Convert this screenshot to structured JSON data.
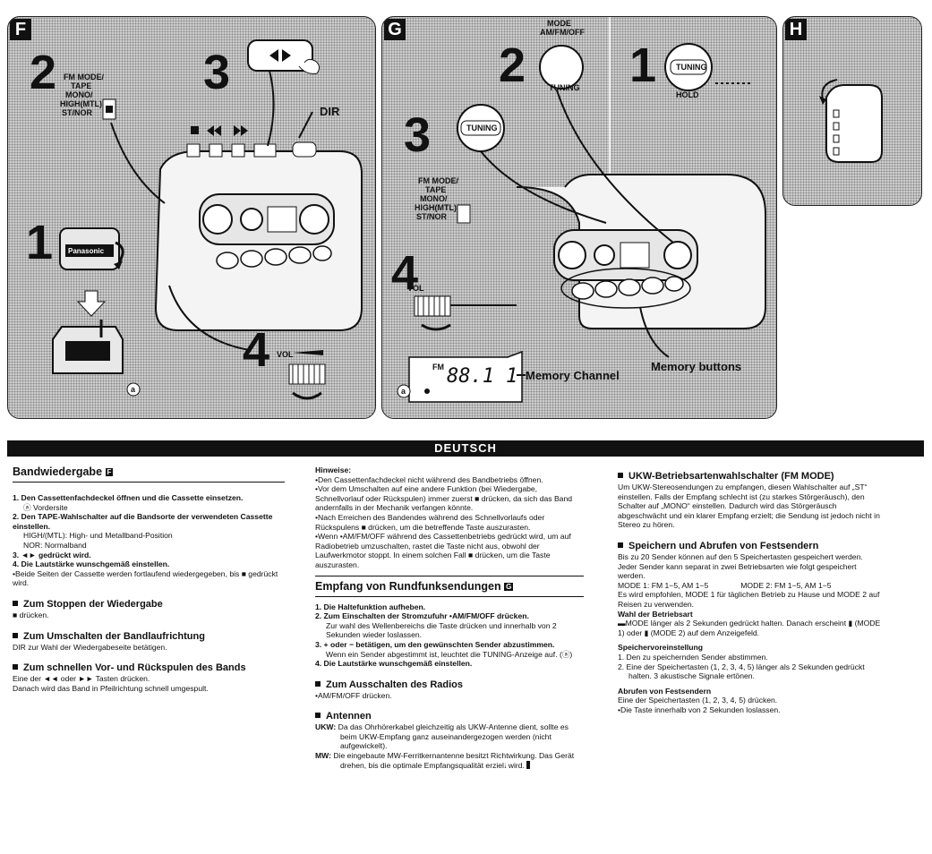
{
  "panels": {
    "f": {
      "letter": "F",
      "steps": [
        "2",
        "3",
        "1",
        "4"
      ],
      "switch_label": [
        "FM MODE/",
        "TAPE",
        "MONO/",
        "HIGH(MTL)",
        "ST/NOR"
      ],
      "dir_label": "DIR",
      "vol_label": "VOL",
      "cassette_brand": "Panasonic",
      "callout": "a"
    },
    "g": {
      "letter": "G",
      "steps": [
        "2",
        "1",
        "3",
        "4"
      ],
      "mode_label": [
        "MODE",
        "AM/FM/OFF"
      ],
      "tuning_label": "TUNING",
      "hold_label": "HOLD",
      "switch_label": [
        "FM MODE/",
        "TAPE",
        "MONO/",
        "HIGH(MTL)",
        "ST/NOR"
      ],
      "vol_label": "VOL",
      "lcd_band": "FM",
      "lcd_freq": "88.1",
      "lcd_channel": "1",
      "memory_channel": "Memory Channel",
      "memory_buttons": "Memory buttons",
      "callout": "a"
    },
    "h": {
      "letter": "H"
    }
  },
  "banner": "DEUTSCH",
  "col1": {
    "title": "Bandwiedergabe",
    "title_badge": "F",
    "s1": "1.  Den Cassettenfachdeckel öffnen und die Cassette einsetzen.",
    "s1_note": "ⓐ  Vordersite",
    "s2": "2.  Den TAPE-Wahlschalter auf die Bandsorte der verwendeten Cassette einstellen.",
    "s2_a": "HIGH/(MTL): High- und Metallband-Position",
    "s2_b": "NOR: Normalband",
    "s3": "3.  ◄► gedrückt wird.",
    "s4": "4.  Die Lautstärke wunschgemäß einstellen.",
    "note": "•Beide Seiten der Cassette werden fortlaufend wiedergegeben, bis ■ gedrückt wird.",
    "h_stop": "Zum Stoppen der Wiedergabe",
    "stop_text": "■ drücken.",
    "h_dir": "Zum Umschalten der Bandlaufrichtung",
    "dir_text": "DIR zur Wahl der Wiedergabeseite betätigen.",
    "h_ff": "Zum schnellen Vor- und Rückspulen des Bands",
    "ff_text1": "Eine der ◄◄ oder ►► Tasten drücken.",
    "ff_text2": "Danach wird das Band in Pfeilrichtung schnell umgespult."
  },
  "col2": {
    "hinweise": "Hinweise:",
    "n1": "•Den Cassettenfachdeckel nicht während des Bandbetriebs öffnen.",
    "n2": "•Vor dem Umschalten auf eine andere Funktion (bei Wiedergabe, Schnellvorlauf oder Rückspulen) immer zuerst ■ drücken, da sich das Band andernfalls in der Mechanik verfangen könnte.",
    "n3": "•Nach Erreichen des Bandendes während des Schnellvorlaufs oder Rückspulens ■ drücken, um die betreffende Taste auszurasten.",
    "n4": "•Wenn •AM/FM/OFF während des Cassettenbetriebs gedrückt wird, um auf Radiobetrieb umzuschalten, rastet die Taste nicht aus, obwohl der Laufwerkmotor stoppt. In einem solchen Fall ■ drücken, um die Taste auszurasten.",
    "title": "Empfang von Rundfunksendungen",
    "title_badge": "G",
    "s1": "1.  Die Haltefunktion aufheben.",
    "s2": "2.  Zum Einschalten der Stromzufuhr •AM/FM/OFF drücken.",
    "s2_t": "Zur wahl des Wellenbereichs die Taste drücken und innerhalb von 2 Sekunden wieder loslassen.",
    "s3": "3.  + oder − betätigen, um den gewünschten Sender abzustimmen.",
    "s3_t": "Wenn ein Sender abgestimmt ist, leuchtet die TUNING-Anzeige auf. (ⓐ)",
    "s4": "4.  Die Lautstärke wunschgemäß einstellen.",
    "h_off": "Zum Ausschalten des Radios",
    "off_text": "•AM/FM/OFF drücken.",
    "h_ant": "Antennen",
    "ukw_k": "UKW:",
    "ukw_t": "Da das Ohrhörerkabel gleichzeitig als UKW-Antenne dient, sollte es beim UKW-Empfang ganz auseinandergezogen werden (nicht aufgewickelt).",
    "mw_k": "MW:",
    "mw_t": "Die eingebaute MW-Ferritkernantenne besitzt Richtwirkung. Das Gerät drehen, bis die optimale Empfangsqualität erzielt wird.",
    "mw_badge": "H"
  },
  "col3": {
    "h_mode": "UKW-Betriebsartenwahlschalter (FM MODE)",
    "mode_t": "Um UKW-Stereosendungen zu empfangen, diesen Wahlschalter auf „ST“ einstellen. Falls der Empfang schlecht ist (zu starkes Störgeräusch), den Schalter auf „MONO“ einstellen. Dadurch wird das Störgeräusch abgeschwächt und ein klarer Empfang erzielt; die Sendung ist jedoch nicht in Stereo zu hören.",
    "h_mem": "Speichern und Abrufen von Festsendern",
    "mem_t1": "Bis zu 20 Sender können auf den 5 Speichertasten gespeichert werden.",
    "mem_t2": "Jeder Sender kann separat in zwei Betriebsarten wie folgt gespeichert werden.",
    "mode1": "MODE 1: FM 1−5, AM 1−5",
    "mode2": "MODE 2: FM 1−5, AM 1−5",
    "mem_t3": "Es wird empfohlen, MODE 1 für täglichen Betrieb zu Hause und MODE 2 auf Reisen zu verwenden.",
    "wahl_h": "Wahl der Betriebsart",
    "wahl_t": "▬MODE länger als 2 Sekunden gedrückt halten. Danach erscheint ▮ (MODE 1) oder ▮ (MODE 2) auf dem Anzeigefeld.",
    "speicher_h": "Speichervoreinstellung",
    "sp1": "1.  Den zu speichernden Sender abstimmen.",
    "sp2": "2.  Eine der Speichertasten (1, 2, 3, 4, 5) länger als 2 Sekunden gedrückt halten. 3 akustische Signale ertönen.",
    "abruf_h": "Abrufen von Festsendern",
    "abruf_t1": "Eine der Speichertasten (1, 2, 3, 4, 5) drücken.",
    "abruf_t2": "•Die Taste innerhalb von 2 Sekunden loslassen."
  }
}
